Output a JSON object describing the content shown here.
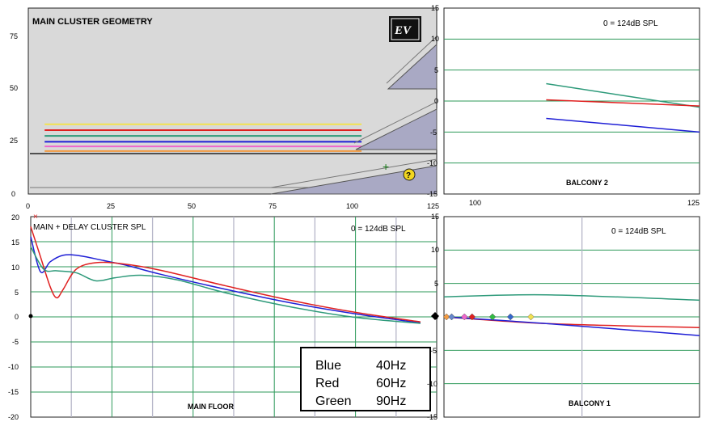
{
  "colors": {
    "blue": "#1f1fd6",
    "red": "#e02020",
    "green": "#2e9a7a",
    "grid_green": "#2e9a5a",
    "grid_gray": "#b5b5c8",
    "panel_gray": "#d9d9d9",
    "slab": "#a9a9c4"
  },
  "logo_text": "EV",
  "help_icon": "question-icon",
  "chart_data": [
    {
      "id": "geometry",
      "type": "line",
      "title": "MAIN CLUSTER GEOMETRY",
      "xlim": [
        0,
        125
      ],
      "ylim": [
        0,
        80
      ],
      "xticks": [
        "0",
        "25",
        "50",
        "75",
        "100",
        "125"
      ],
      "yticks": [
        "0",
        "25",
        "50",
        "75"
      ],
      "ray_colors": [
        "#f2e250",
        "#e02020",
        "#2e9a7a",
        "#1f1fd6",
        "#ee66cc",
        "#f29a40"
      ],
      "ray_y": [
        30,
        27.5,
        25,
        22.5,
        20.5,
        18.5
      ],
      "ray_x_end": 102
    },
    {
      "id": "balcony2",
      "type": "line",
      "subtitle": "BALCONY 2",
      "ref_label": "0 = 124dB SPL",
      "xlim": [
        100,
        125
      ],
      "ylim": [
        -15,
        15
      ],
      "xticks": [
        "100",
        "125"
      ],
      "yticks": [
        "15",
        "10",
        "5",
        "0",
        "-5",
        "-10",
        "-15"
      ],
      "series": [
        {
          "color": "green",
          "x": [
            110,
            125
          ],
          "y": [
            2.8,
            -1.0
          ]
        },
        {
          "color": "red",
          "x": [
            110,
            125
          ],
          "y": [
            0.2,
            -0.8
          ]
        },
        {
          "color": "blue",
          "x": [
            110,
            125
          ],
          "y": [
            -2.8,
            -5.0
          ]
        }
      ]
    },
    {
      "id": "main_floor",
      "type": "line",
      "title": "MAIN + DELAY CLUSTER SPL",
      "subtitle": "MAIN FLOOR",
      "ref_label": "0 = 124dB SPL",
      "xlim": [
        0,
        125
      ],
      "ylim": [
        -20,
        20
      ],
      "yticks": [
        "20",
        "15",
        "10",
        "5",
        "0",
        "-5",
        "-10",
        "-15",
        "-20"
      ],
      "legend": [
        {
          "name": "Blue",
          "freq": "40Hz"
        },
        {
          "name": "Red",
          "freq": "60Hz"
        },
        {
          "name": "Green",
          "freq": "90Hz"
        }
      ],
      "series": [
        {
          "color": "blue",
          "x": [
            0,
            3,
            6,
            10,
            15,
            22,
            30,
            40,
            60,
            80,
            100,
            120
          ],
          "y": [
            16,
            9,
            11,
            12.3,
            12.2,
            11.3,
            10.2,
            8.5,
            5.5,
            2.8,
            0.6,
            -1.2
          ]
        },
        {
          "color": "red",
          "x": [
            0,
            3,
            6,
            8,
            10,
            14,
            20,
            28,
            40,
            60,
            80,
            100,
            120
          ],
          "y": [
            18,
            12,
            6,
            3.8,
            5.5,
            9.5,
            10.8,
            10.6,
            9.3,
            6.2,
            3.3,
            0.9,
            -1.0
          ]
        },
        {
          "color": "green",
          "x": [
            0,
            4,
            8,
            14,
            20,
            26,
            34,
            45,
            60,
            80,
            100,
            120
          ],
          "y": [
            14,
            9.5,
            9.2,
            8.8,
            7.2,
            7.8,
            8.3,
            7.4,
            4.8,
            2.0,
            -0.1,
            -1.3
          ]
        }
      ]
    },
    {
      "id": "balcony1",
      "type": "line",
      "subtitle": "BALCONY 1",
      "ref_label": "0 = 124dB SPL",
      "xlim": [
        0,
        100
      ],
      "ylim": [
        -15,
        15
      ],
      "yticks": [
        "15",
        "10",
        "5",
        "0",
        "-5",
        "-10",
        "-15"
      ],
      "series": [
        {
          "color": "green",
          "x": [
            0,
            40,
            100
          ],
          "y": [
            3.0,
            3.3,
            2.5
          ]
        },
        {
          "color": "red",
          "x": [
            0,
            40,
            100
          ],
          "y": [
            0.0,
            -1.0,
            -1.6
          ]
        },
        {
          "color": "blue",
          "x": [
            0,
            40,
            100
          ],
          "y": [
            0.0,
            -1.0,
            -2.8
          ]
        }
      ],
      "markers": [
        {
          "x": 1,
          "color": "#f29a40"
        },
        {
          "x": 3,
          "color": "#6688cc"
        },
        {
          "x": 8,
          "color": "#ee66cc"
        },
        {
          "x": 11,
          "color": "#e02020"
        },
        {
          "x": 19,
          "color": "#33bb44"
        },
        {
          "x": 26,
          "color": "#3366cc"
        },
        {
          "x": 34,
          "color": "#f2e250"
        }
      ]
    }
  ]
}
